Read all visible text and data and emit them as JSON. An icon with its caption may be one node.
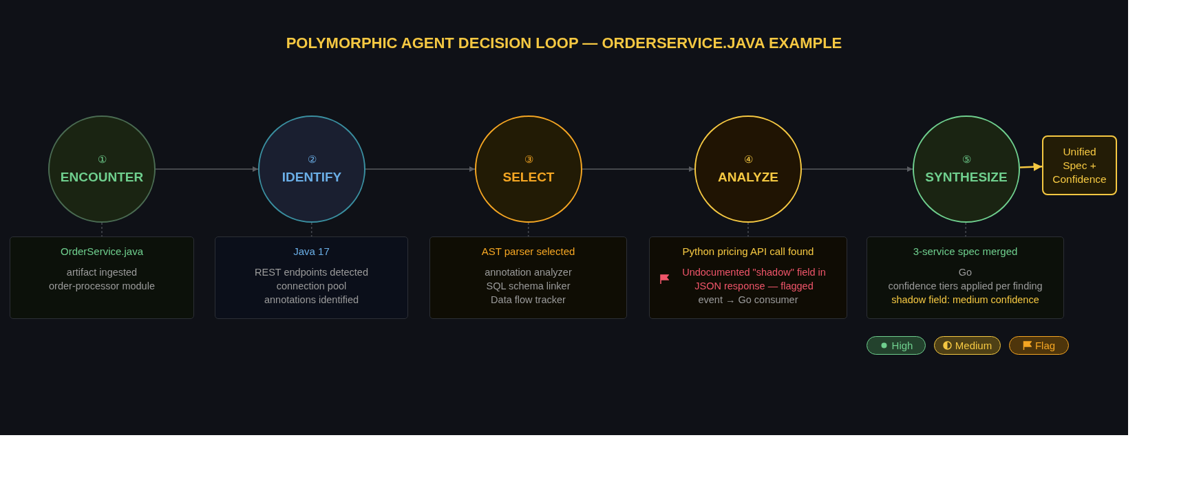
{
  "diagram": {
    "title": "POLYMORPHIC AGENT DECISION LOOP — ORDERSERVICE.JAVA EXAMPLE",
    "nodes": [
      {
        "text": [
          "①",
          "ENCOUNTER"
        ]
      },
      {
        "text": [
          "②",
          "IDENTIFY"
        ]
      },
      {
        "text": [
          "③",
          "SELECT"
        ]
      },
      {
        "text": [
          "④",
          "ANALYZE"
        ]
      },
      {
        "text": [
          "⑤",
          "SYNTHESIZE"
        ]
      },
      {
        "text": [
          "Unified Spec + Confidence"
        ]
      },
      {
        "text": [
          "OrderService.java",
          "artifact ingested",
          "order-processor module"
        ]
      },
      {
        "text": [
          "Java 17",
          "REST endpoints detected",
          "connection pool",
          "annotations identified"
        ]
      },
      {
        "text": [
          "AST parser selected",
          "annotation analyzer",
          "SQL schema linker",
          "Data flow tracker"
        ]
      },
      {
        "text": [
          "Python pricing API call found",
          "Undocumented \"shadow\" field in JSON response — flagged",
          "event → Go consumer"
        ]
      },
      {
        "text": [
          "3-service spec merged",
          "Go",
          "confidence tiers applied per finding",
          "shadow field: medium confidence"
        ]
      }
    ],
    "edges": [
      {
        "from": 0,
        "to": 1,
        "arrow": "to"
      },
      {
        "from": 1,
        "to": 2,
        "arrow": "to"
      },
      {
        "from": 2,
        "to": 3,
        "arrow": "to"
      },
      {
        "from": 3,
        "to": 4,
        "arrow": "to"
      },
      {
        "from": 4,
        "to": 5,
        "arrow": "to",
        "color": "#f5c842"
      },
      {
        "from": 0,
        "to": 6,
        "arrow": "none",
        "style": "dashed"
      },
      {
        "from": 1,
        "to": 7,
        "arrow": "none",
        "style": "dashed"
      },
      {
        "from": 2,
        "to": 8,
        "arrow": "none",
        "style": "dashed"
      },
      {
        "from": 3,
        "to": 9,
        "arrow": "none",
        "style": "dashed"
      },
      {
        "from": 4,
        "to": 10,
        "arrow": "none",
        "style": "dashed"
      }
    ],
    "legend": [
      {
        "text": "High",
        "color": "#6fcf8e"
      },
      {
        "text": "Medium",
        "color": "#f5c842"
      },
      {
        "text": "Flag",
        "color": "#f5a623"
      }
    ]
  }
}
